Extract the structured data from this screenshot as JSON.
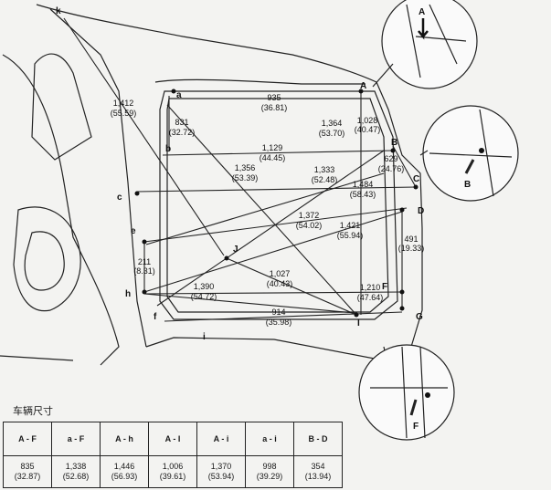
{
  "points": {
    "A": "A",
    "B": "B",
    "C": "C",
    "D": "D",
    "F": "F",
    "G": "G",
    "I": "I",
    "J": "J",
    "a": "a",
    "b": "b",
    "c": "c",
    "e": "e",
    "f": "f",
    "h": "h",
    "i": "i",
    "k": "k"
  },
  "measurements": {
    "a_A": {
      "mm": "935",
      "in": "(36.81)"
    },
    "k_line": {
      "mm": "1,412",
      "in": "(55.59)"
    },
    "a_b": {
      "mm": "831",
      "in": "(32.72)"
    },
    "A_I": {
      "mm": "1,028",
      "in": "(40.47)"
    },
    "diag1": {
      "mm": "1,364",
      "in": "(53.70)"
    },
    "b_B": {
      "mm": "1,129",
      "in": "(44.45)"
    },
    "B_C": {
      "mm": "629",
      "in": "(24.76)"
    },
    "a_I": {
      "mm": "1,356",
      "in": "(53.39)"
    },
    "diag2": {
      "mm": "1,333",
      "in": "(52.48)"
    },
    "c_C": {
      "mm": "1,484",
      "in": "(58.43)"
    },
    "e_D": {
      "mm": "1,372",
      "in": "(54.02)"
    },
    "diag3": {
      "mm": "1,421",
      "in": "(55.94)"
    },
    "D_G": {
      "mm": "491",
      "in": "(19.33)"
    },
    "e_h": {
      "mm": "211",
      "in": "(8.31)"
    },
    "J_i": {
      "mm": "1,027",
      "in": "(40.43)"
    },
    "h_I": {
      "mm": "1,390",
      "in": "(54.72)"
    },
    "h_F": {
      "mm": "1,210",
      "in": "(47.64)"
    },
    "f_G": {
      "mm": "914",
      "in": "(35.98)"
    }
  },
  "table": {
    "caption": "车辆尺寸",
    "headers": [
      "A - F",
      "a - F",
      "A - h",
      "A - I",
      "A - i",
      "a - i",
      "B - D"
    ],
    "values": [
      {
        "mm": "835",
        "in": "(32.87)"
      },
      {
        "mm": "1,338",
        "in": "(52.68)"
      },
      {
        "mm": "1,446",
        "in": "(56.93)"
      },
      {
        "mm": "1,006",
        "in": "(39.61)"
      },
      {
        "mm": "1,370",
        "in": "(53.94)"
      },
      {
        "mm": "998",
        "in": "(39.29)"
      },
      {
        "mm": "354",
        "in": "(13.94)"
      }
    ]
  }
}
